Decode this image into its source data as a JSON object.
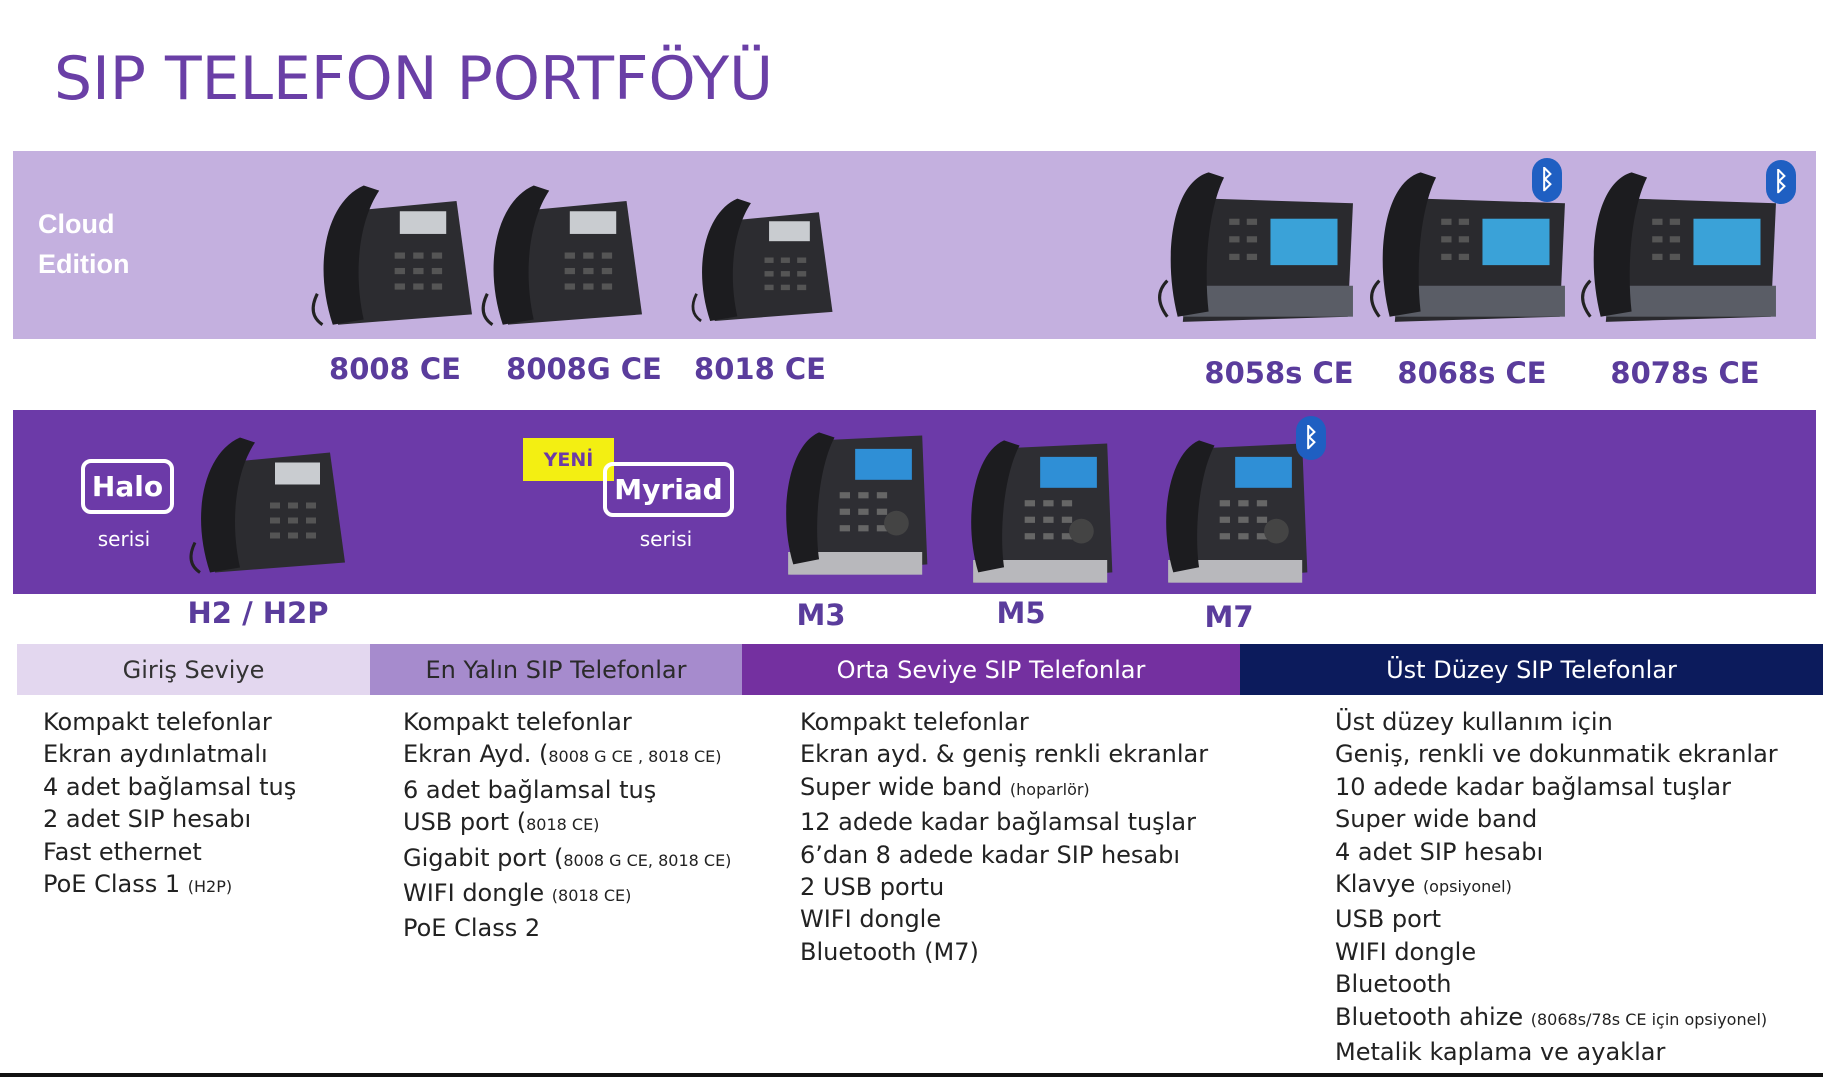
{
  "title": "SIP TELEFON PORTFÖYÜ",
  "cloud_edition": {
    "line1": "Cloud",
    "line2": "Edition"
  },
  "cloud_models": [
    "8008 CE",
    "8008G CE",
    "8018 CE",
    "8058s CE",
    "8068s CE",
    "8078s CE"
  ],
  "halo": {
    "name": "Halo",
    "sub": "serisi",
    "model": "H2 / H2P"
  },
  "myriad": {
    "badge": "YENİ",
    "name": "Myriad",
    "sub": "serisi",
    "models": [
      "M3",
      "M5",
      "M7"
    ]
  },
  "bluetooth_icon": "ᛒ",
  "colors": {
    "title": "#6a3fa6",
    "band_cloud": "#c4b0df",
    "band_series": "#6c3aa8",
    "navy": "#0c1b5c",
    "yellow": "#f3ef12"
  },
  "columns": [
    {
      "header": "Giriş Seviye",
      "items": [
        {
          "text": "Kompakt telefonlar"
        },
        {
          "text": "Ekran aydınlatmalı"
        },
        {
          "text": "4 adet bağlamsal tuş"
        },
        {
          "text": "2 adet SIP hesabı"
        },
        {
          "text": "Fast ethernet"
        },
        {
          "text": "PoE Class 1",
          "note": "(H2P)"
        }
      ]
    },
    {
      "header": "En Yalın SIP Telefonlar",
      "items": [
        {
          "text": "Kompakt telefonlar"
        },
        {
          "text": "Ekran Ayd. (",
          "note": "8008 G CE , 8018 CE)"
        },
        {
          "text": "6 adet bağlamsal tuş"
        },
        {
          "text": "USB port (",
          "note": "8018 CE)"
        },
        {
          "text": "Gigabit port (",
          "note": "8008 G CE, 8018 CE)"
        },
        {
          "text": "WIFI dongle",
          "note": "(8018 CE)"
        },
        {
          "text": "PoE Class 2"
        }
      ]
    },
    {
      "header": "Orta Seviye SIP Telefonlar",
      "items": [
        {
          "text": "Kompakt telefonlar"
        },
        {
          "text": "Ekran ayd. & geniş renkli ekranlar"
        },
        {
          "text": "Super wide band",
          "note": "(hoparlör)"
        },
        {
          "text": "12 adede kadar bağlamsal tuşlar"
        },
        {
          "text": "6’dan 8 adede kadar SIP hesabı"
        },
        {
          "text": "2 USB portu"
        },
        {
          "text": "WIFI dongle"
        },
        {
          "text": "Bluetooth (M7)"
        }
      ]
    },
    {
      "header": "Üst Düzey SIP Telefonlar",
      "items": [
        {
          "text": "Üst düzey kullanım için"
        },
        {
          "text": "Geniş, renkli ve dokunmatik ekranlar"
        },
        {
          "text": "10 adede kadar bağlamsal tuşlar"
        },
        {
          "text": "Super wide band"
        },
        {
          "text": "4 adet SIP hesabı"
        },
        {
          "text": "Klavye",
          "note": "(opsiyonel)"
        },
        {
          "text": "USB port"
        },
        {
          "text": "WIFI dongle"
        },
        {
          "text": "Bluetooth"
        },
        {
          "text": "Bluetooth ahize",
          "note": "(8068s/78s CE için opsiyonel)"
        },
        {
          "text": "Metalik kaplama ve ayaklar"
        }
      ]
    }
  ]
}
